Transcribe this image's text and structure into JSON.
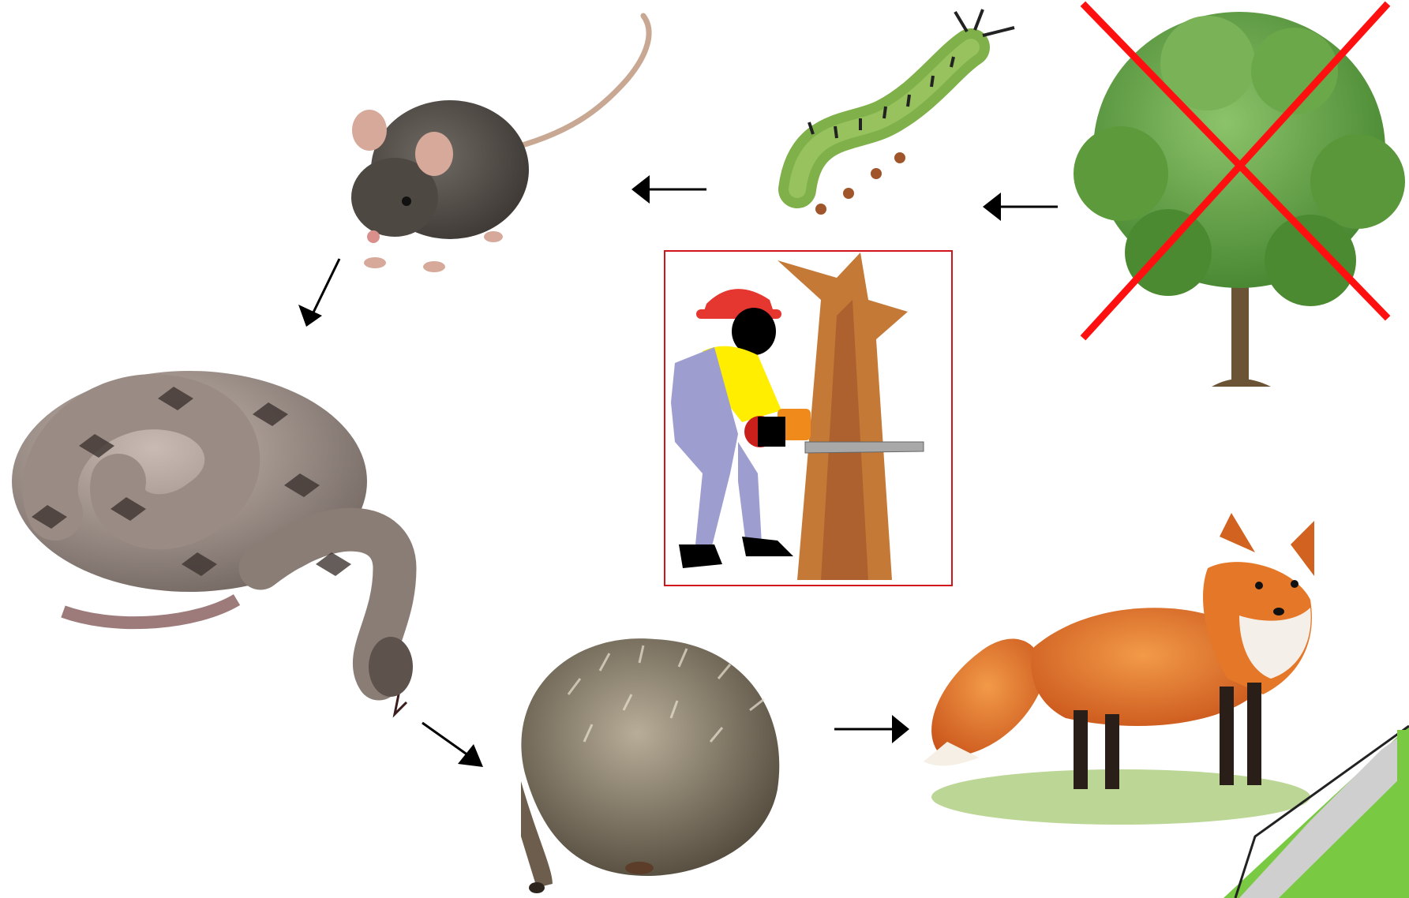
{
  "diagram": {
    "type": "food-chain",
    "organisms": [
      {
        "id": "tree",
        "icon": "tree-icon",
        "crossed_out": true
      },
      {
        "id": "caterpillar",
        "icon": "caterpillar-icon"
      },
      {
        "id": "mouse",
        "icon": "mouse-icon"
      },
      {
        "id": "snake",
        "icon": "snake-icon"
      },
      {
        "id": "hedgehog",
        "icon": "hedgehog-icon"
      },
      {
        "id": "fox",
        "icon": "fox-icon"
      }
    ],
    "flow": [
      "tree",
      "caterpillar",
      "mouse",
      "snake",
      "hedgehog",
      "fox"
    ],
    "center_image": {
      "icon": "lumberjack-chainsaw-icon",
      "frame_color": "#d0141c"
    },
    "colors": {
      "cross": "#ff1010",
      "arrow": "#000000",
      "corner_tab": "#7ac943"
    }
  }
}
